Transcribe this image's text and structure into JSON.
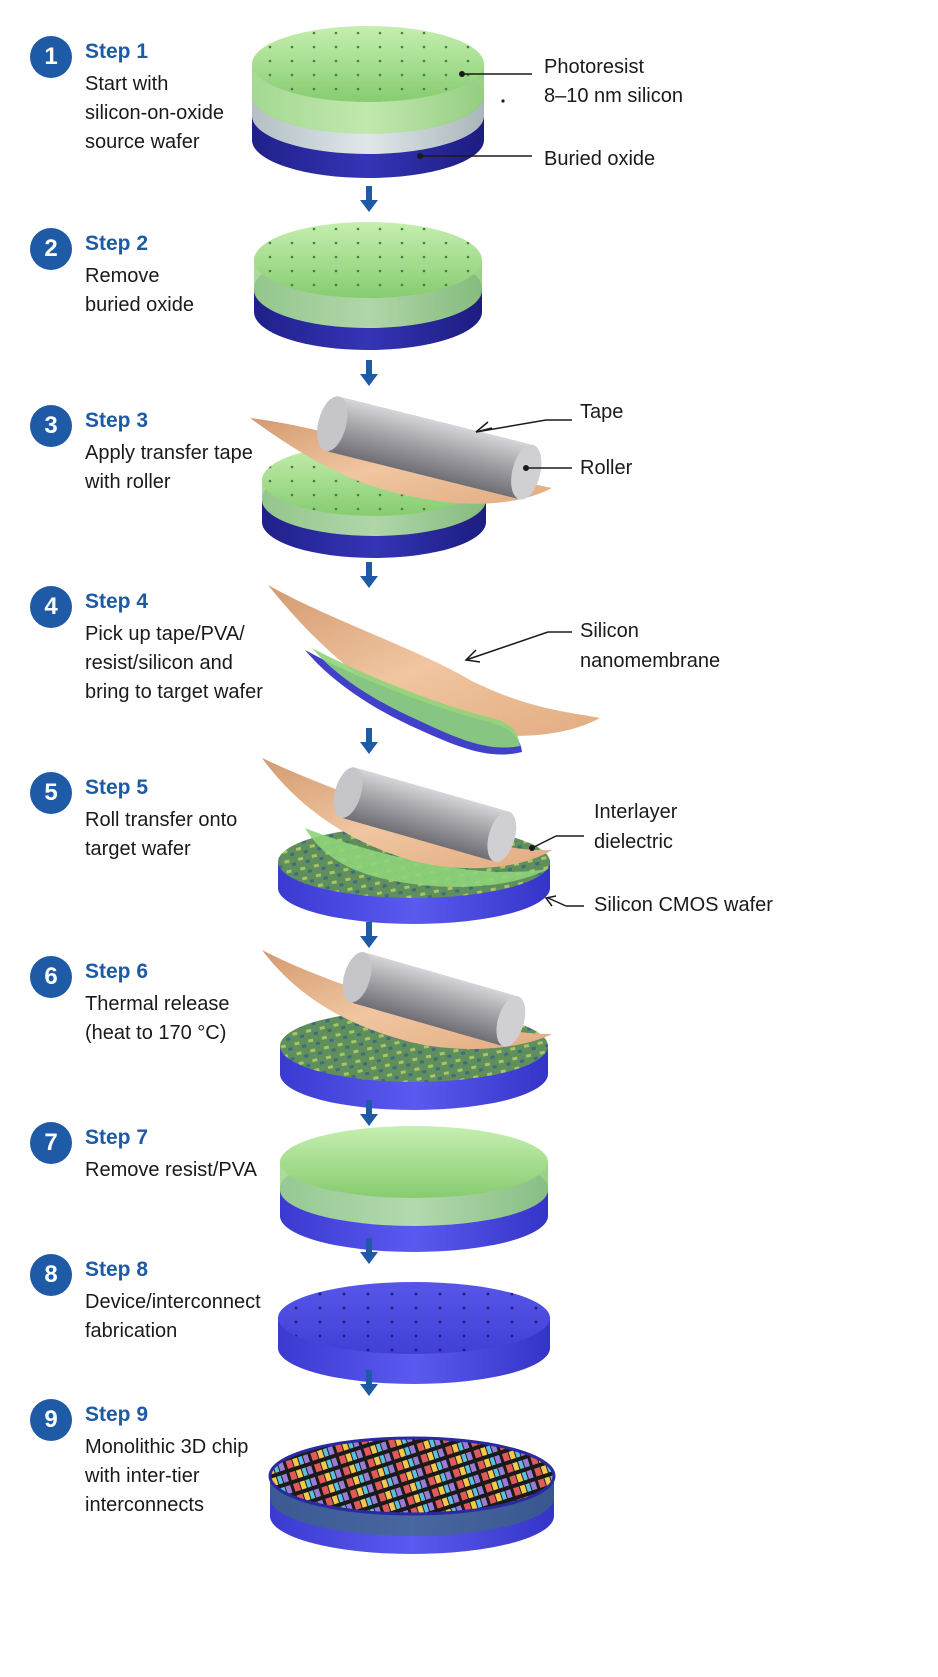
{
  "steps": [
    {
      "num": "1",
      "title": "Step 1",
      "desc": "Start with\nsilicon-on-oxide\nsource wafer"
    },
    {
      "num": "2",
      "title": "Step 2",
      "desc": "Remove\nburied oxide"
    },
    {
      "num": "3",
      "title": "Step 3",
      "desc": "Apply transfer tape\nwith roller"
    },
    {
      "num": "4",
      "title": "Step 4",
      "desc": "Pick up tape/PVA/\nresist/silicon and\nbring to target wafer"
    },
    {
      "num": "5",
      "title": "Step 5",
      "desc": "Roll transfer onto\ntarget wafer"
    },
    {
      "num": "6",
      "title": "Step 6",
      "desc": "Thermal release\n(heat to 170 °C)"
    },
    {
      "num": "7",
      "title": "Step 7",
      "desc": "Remove resist/PVA"
    },
    {
      "num": "8",
      "title": "Step 8",
      "desc": "Device/interconnect\nfabrication"
    },
    {
      "num": "9",
      "title": "Step 9",
      "desc": "Monolithic 3D chip\nwith inter-tier\ninterconnects"
    }
  ],
  "labels": {
    "photoresist": "Photoresist",
    "silicon_layer": "8–10 nm silicon",
    "buried_oxide": "Buried oxide",
    "tape": "Tape",
    "roller": "Roller",
    "silicon_nanomembrane": "Silicon\nnanomembrane",
    "interlayer_dielectric": "Interlayer\ndielectric",
    "cmos_wafer": "Silicon CMOS wafer"
  },
  "colors": {
    "accent": "#1f5aa6",
    "photoresist_green": "#9fdc8a",
    "oxide_blue": "#2a2aa0",
    "silicon_grey": "#c9d4d8",
    "tape_tan": "#e8b48a",
    "roller_grey": "#a9a9ad",
    "cmos_blue": "#4848e0"
  }
}
